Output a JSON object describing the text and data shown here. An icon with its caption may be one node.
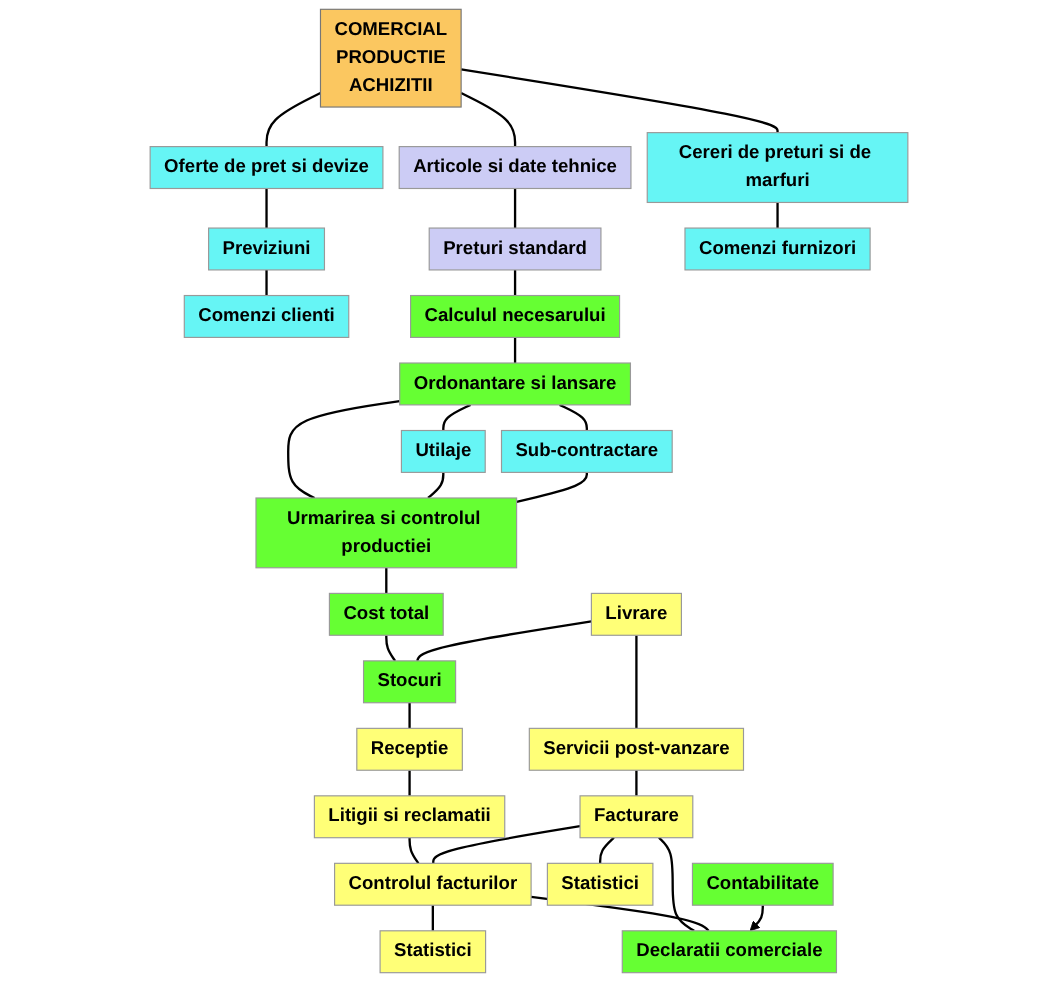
{
  "diagram": {
    "nodes": [
      {
        "text": [
          "COMERCIAL",
          "PRODUCTIE",
          "ACHIZITII"
        ]
      },
      {
        "text": [
          "Oferte de pret si devize"
        ]
      },
      {
        "text": [
          "Articole si date tehnice"
        ]
      },
      {
        "text": [
          "Cereri de preturi si de marfuri"
        ]
      },
      {
        "text": [
          "Previziuni"
        ]
      },
      {
        "text": [
          "Preturi standard"
        ]
      },
      {
        "text": [
          "Comenzi clienti"
        ]
      },
      {
        "text": [
          "Calculul necesarului"
        ]
      },
      {
        "text": [
          "Comenzi furnizori"
        ]
      },
      {
        "text": [
          "Ordonantare si lansare"
        ]
      },
      {
        "text": [
          "Utilaje"
        ]
      },
      {
        "text": [
          "Sub-contractare"
        ]
      },
      {
        "text": [
          "Urmarirea si controlul productiei"
        ]
      },
      {
        "text": [
          "Cost total"
        ]
      },
      {
        "text": [
          "Livrare"
        ]
      },
      {
        "text": [
          "Stocuri"
        ]
      },
      {
        "text": [
          "Receptie"
        ]
      },
      {
        "text": [
          "Servicii post-vanzare"
        ]
      },
      {
        "text": [
          "Litigii si reclamatii"
        ]
      },
      {
        "text": [
          "Facturare"
        ]
      },
      {
        "text": [
          "Controlul facturilor"
        ]
      },
      {
        "text": [
          "Declaratii comerciale"
        ]
      },
      {
        "text": [
          "Statistici"
        ]
      },
      {
        "text": [
          "Statistici"
        ]
      },
      {
        "text": [
          "Contabilitate"
        ]
      }
    ],
    "edges": [
      {
        "from": 0,
        "to": 1,
        "arrow": "none"
      },
      {
        "from": 0,
        "to": 2,
        "arrow": "none"
      },
      {
        "from": 0,
        "to": 3,
        "arrow": "none"
      },
      {
        "from": 1,
        "to": 4,
        "arrow": "none"
      },
      {
        "from": 4,
        "to": 6,
        "arrow": "none"
      },
      {
        "from": 2,
        "to": 5,
        "arrow": "none"
      },
      {
        "from": 5,
        "to": 7,
        "arrow": "none"
      },
      {
        "from": 3,
        "to": 8,
        "arrow": "none"
      },
      {
        "from": 7,
        "to": 9,
        "arrow": "none"
      },
      {
        "from": 9,
        "to": 10,
        "arrow": "none"
      },
      {
        "from": 9,
        "to": 11,
        "arrow": "none"
      },
      {
        "from": 9,
        "to": 12,
        "arrow": "none"
      },
      {
        "from": 10,
        "to": 12,
        "arrow": "none"
      },
      {
        "from": 11,
        "to": 12,
        "arrow": "none"
      },
      {
        "from": 12,
        "to": 13,
        "arrow": "none"
      },
      {
        "from": 13,
        "to": 15,
        "arrow": "none"
      },
      {
        "from": 14,
        "to": 15,
        "arrow": "none"
      },
      {
        "from": 15,
        "to": 16,
        "arrow": "none"
      },
      {
        "from": 14,
        "to": 17,
        "arrow": "none"
      },
      {
        "from": 17,
        "to": 19,
        "arrow": "none"
      },
      {
        "from": 19,
        "to": 22,
        "arrow": "none"
      },
      {
        "from": 16,
        "to": 18,
        "arrow": "none"
      },
      {
        "from": 18,
        "to": 20,
        "arrow": "none"
      },
      {
        "from": 20,
        "to": 23,
        "arrow": "none"
      },
      {
        "from": 19,
        "to": 20,
        "arrow": "none"
      },
      {
        "from": 19,
        "to": 21,
        "arrow": "none"
      },
      {
        "from": 20,
        "to": 21,
        "arrow": "none"
      },
      {
        "from": 24,
        "to": 21,
        "arrow": "to"
      }
    ]
  }
}
